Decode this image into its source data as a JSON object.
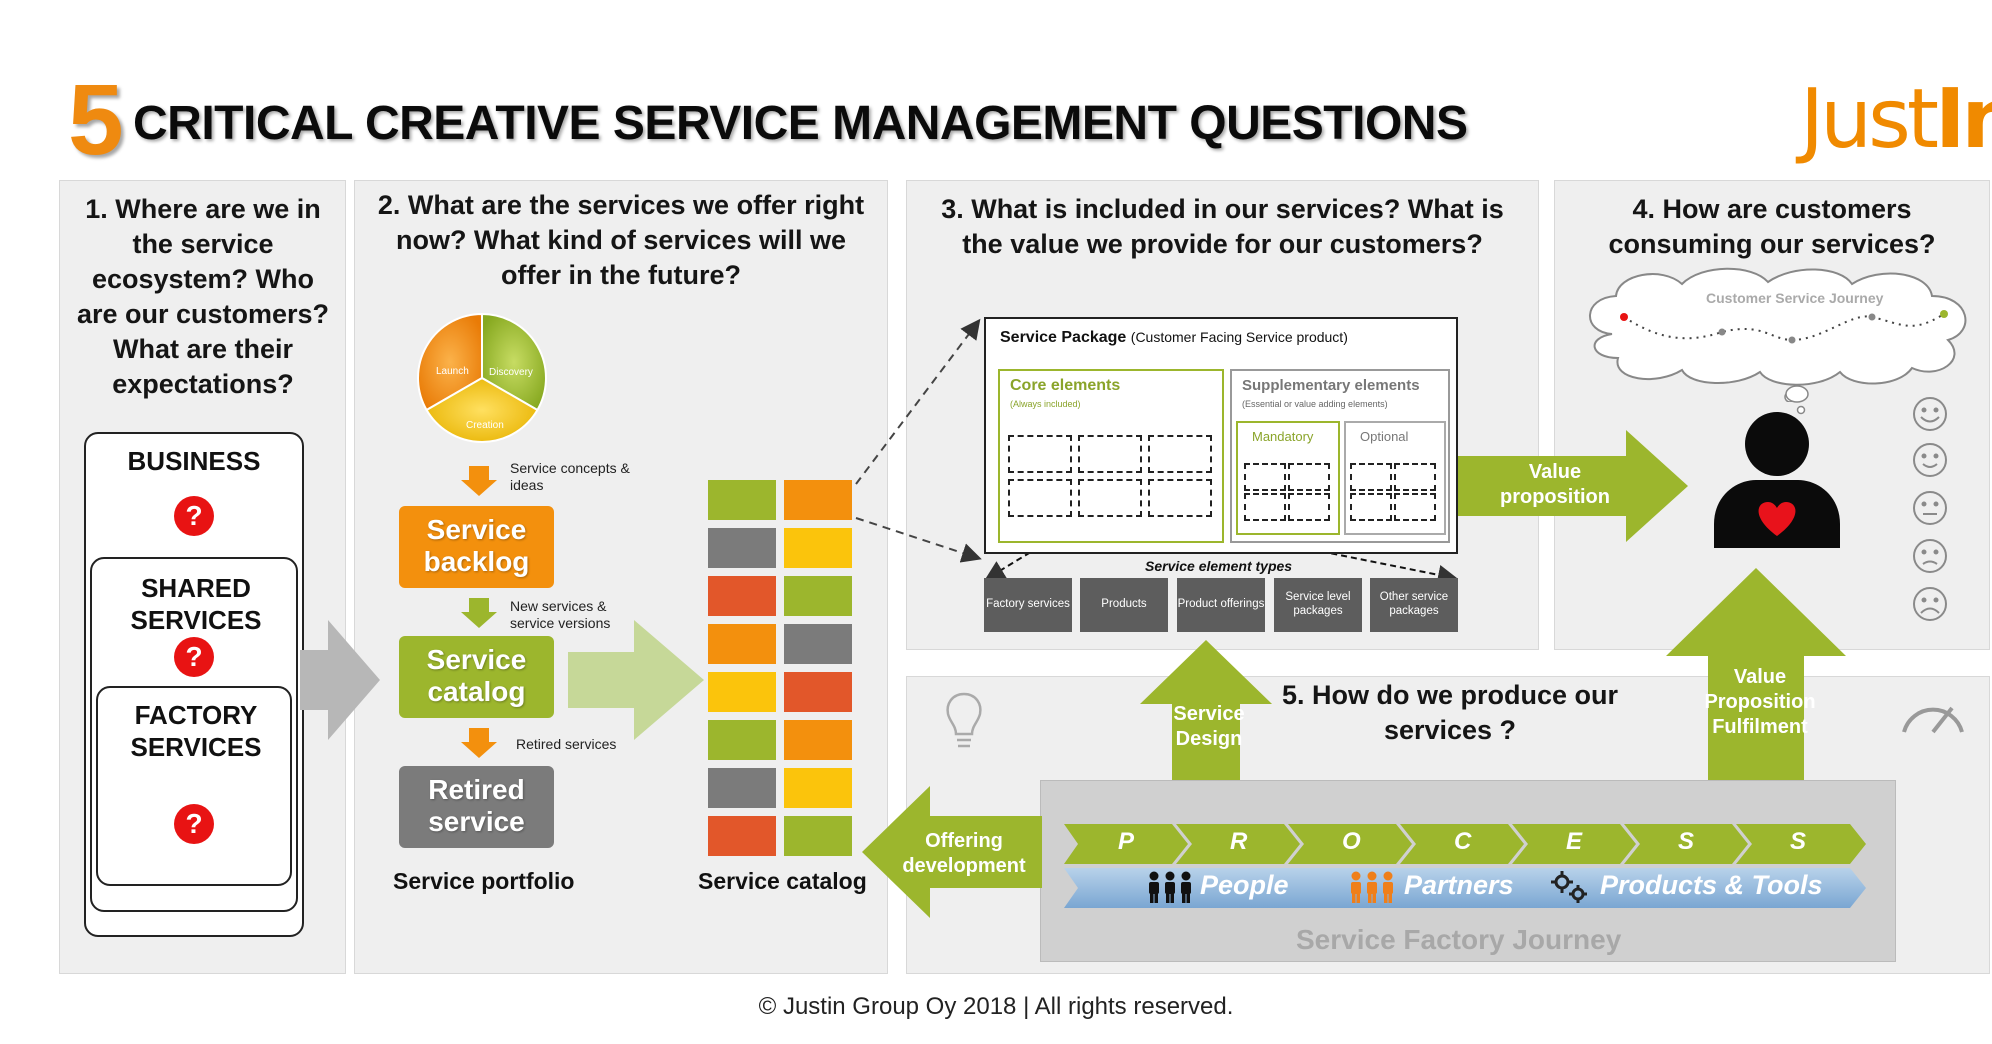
{
  "header": {
    "number": "5",
    "title": "CRITICAL CREATIVE SERVICE MANAGEMENT QUESTIONS",
    "logo_left": "Just",
    "logo_right": "In"
  },
  "panel1": {
    "question": "1. Where are we in the service ecosystem? Who are our customers? What are their expectations?",
    "levels": [
      "BUSINESS",
      "SHARED SERVICES",
      "FACTORY SERVICES"
    ],
    "qmark": "?"
  },
  "panel2": {
    "question": "2. What are the services we offer right now? What kind of services will we offer in the future?",
    "cycle": [
      "Launch",
      "Discovery",
      "Creation"
    ],
    "stages": [
      "Service backlog",
      "Service catalog",
      "Retired service"
    ],
    "transitions": [
      "Service concepts & ideas",
      "New services & service versions",
      "Retired services"
    ],
    "portfolio_label": "Service portfolio",
    "catalog_label": "Service catalog"
  },
  "panel3": {
    "question": "3. What is included in our services? What is the value we provide for our customers?",
    "package_title": "Service Package",
    "package_subtitle": "(Customer Facing Service product)",
    "core_title": "Core elements",
    "core_sub": "(Always included)",
    "supp_title": "Supplementary elements",
    "supp_sub": "(Essential or value adding elements)",
    "mandatory": "Mandatory",
    "optional": "Optional",
    "types_title": "Service element types",
    "types": [
      "Factory services",
      "Products",
      "Product offerings",
      "Service level packages",
      "Other service packages"
    ],
    "value_arrow": "Value proposition"
  },
  "panel4": {
    "question": "4. How are customers consuming our services?",
    "journey": "Customer Service Journey"
  },
  "panel5": {
    "question": "5. How do we produce our services ?",
    "service_design": "Service Design",
    "value_fulfilment": "Value Proposition Fulfilment",
    "offering_dev": "Offering development",
    "process_letters": [
      "P",
      "R",
      "O",
      "C",
      "E",
      "S",
      "S"
    ],
    "people": "People",
    "partners": "Partners",
    "products_tools": "Products & Tools",
    "factory_journey": "Service Factory Journey"
  },
  "colors": {
    "orange": "#f3900d",
    "green": "#9cb62d",
    "gray": "#7b7b7b",
    "red": "#e2572a",
    "yellow": "#fbc40c",
    "blue": "#8db4d8"
  },
  "catalog_grid": [
    [
      "green",
      "orange"
    ],
    [
      "gray",
      "yellow"
    ],
    [
      "red",
      "green"
    ],
    [
      "orange",
      "gray"
    ],
    [
      "yellow",
      "red"
    ],
    [
      "green",
      "orange"
    ],
    [
      "gray",
      "yellow"
    ],
    [
      "red",
      "green"
    ]
  ],
  "footer": "© Justin Group Oy 2018 | All rights reserved."
}
